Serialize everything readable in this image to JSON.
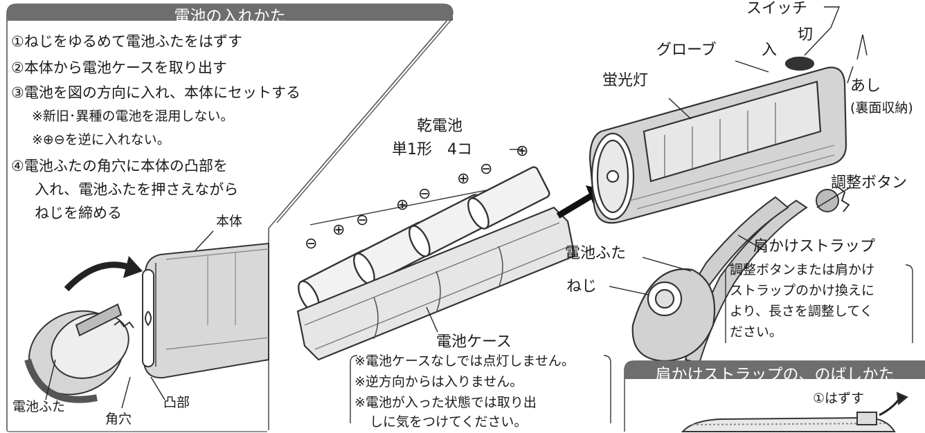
{
  "battery_section": {
    "title": "電池の入れかた",
    "steps": [
      "①ねじをゆるめて電池ふたをはずす",
      "②本体から電池ケースを取り出す",
      "③電池を図の方向に入れ、本体にセットする",
      "※新旧･異種の電池を混用しない。",
      "※⊕⊖を逆に入れない。",
      "④電池ふたの角穴に本体の凸部を",
      "入れ、電池ふたを押さえながら",
      "ねじを締める"
    ],
    "labels": {
      "body": "本体",
      "lid": "電池ふた",
      "square_hole": "角穴",
      "protrusion": "凸部"
    }
  },
  "battery": {
    "name": "乾電池",
    "spec": "単1形　4コ",
    "plus": "⊕",
    "minus": "⊖"
  },
  "case": {
    "title": "電池ケース",
    "notes": [
      "※電池ケースなしでは点灯しません。",
      "※逆方向からは入りません。",
      "※電池が入った状態では取り出",
      "しに気をつけてください。"
    ]
  },
  "lantern": {
    "switch": "スイッチ",
    "off": "切",
    "on": "入",
    "globe": "グローブ",
    "fluorescent": "蛍光灯",
    "legs": "あし",
    "legs_note": "(裏面収納)",
    "adjust_button": "調整ボタン",
    "strap": "肩かけストラップ",
    "lid": "電池ふた",
    "screw": "ねじ",
    "strap_note": [
      "調整ボタンまたは肩かけ",
      "ストラップのかけ換えに",
      "より、長さを調整してく",
      "ださい。"
    ]
  },
  "strap_section": {
    "title": "肩かけストラップの、のばしかた",
    "step1": "①はずす"
  }
}
